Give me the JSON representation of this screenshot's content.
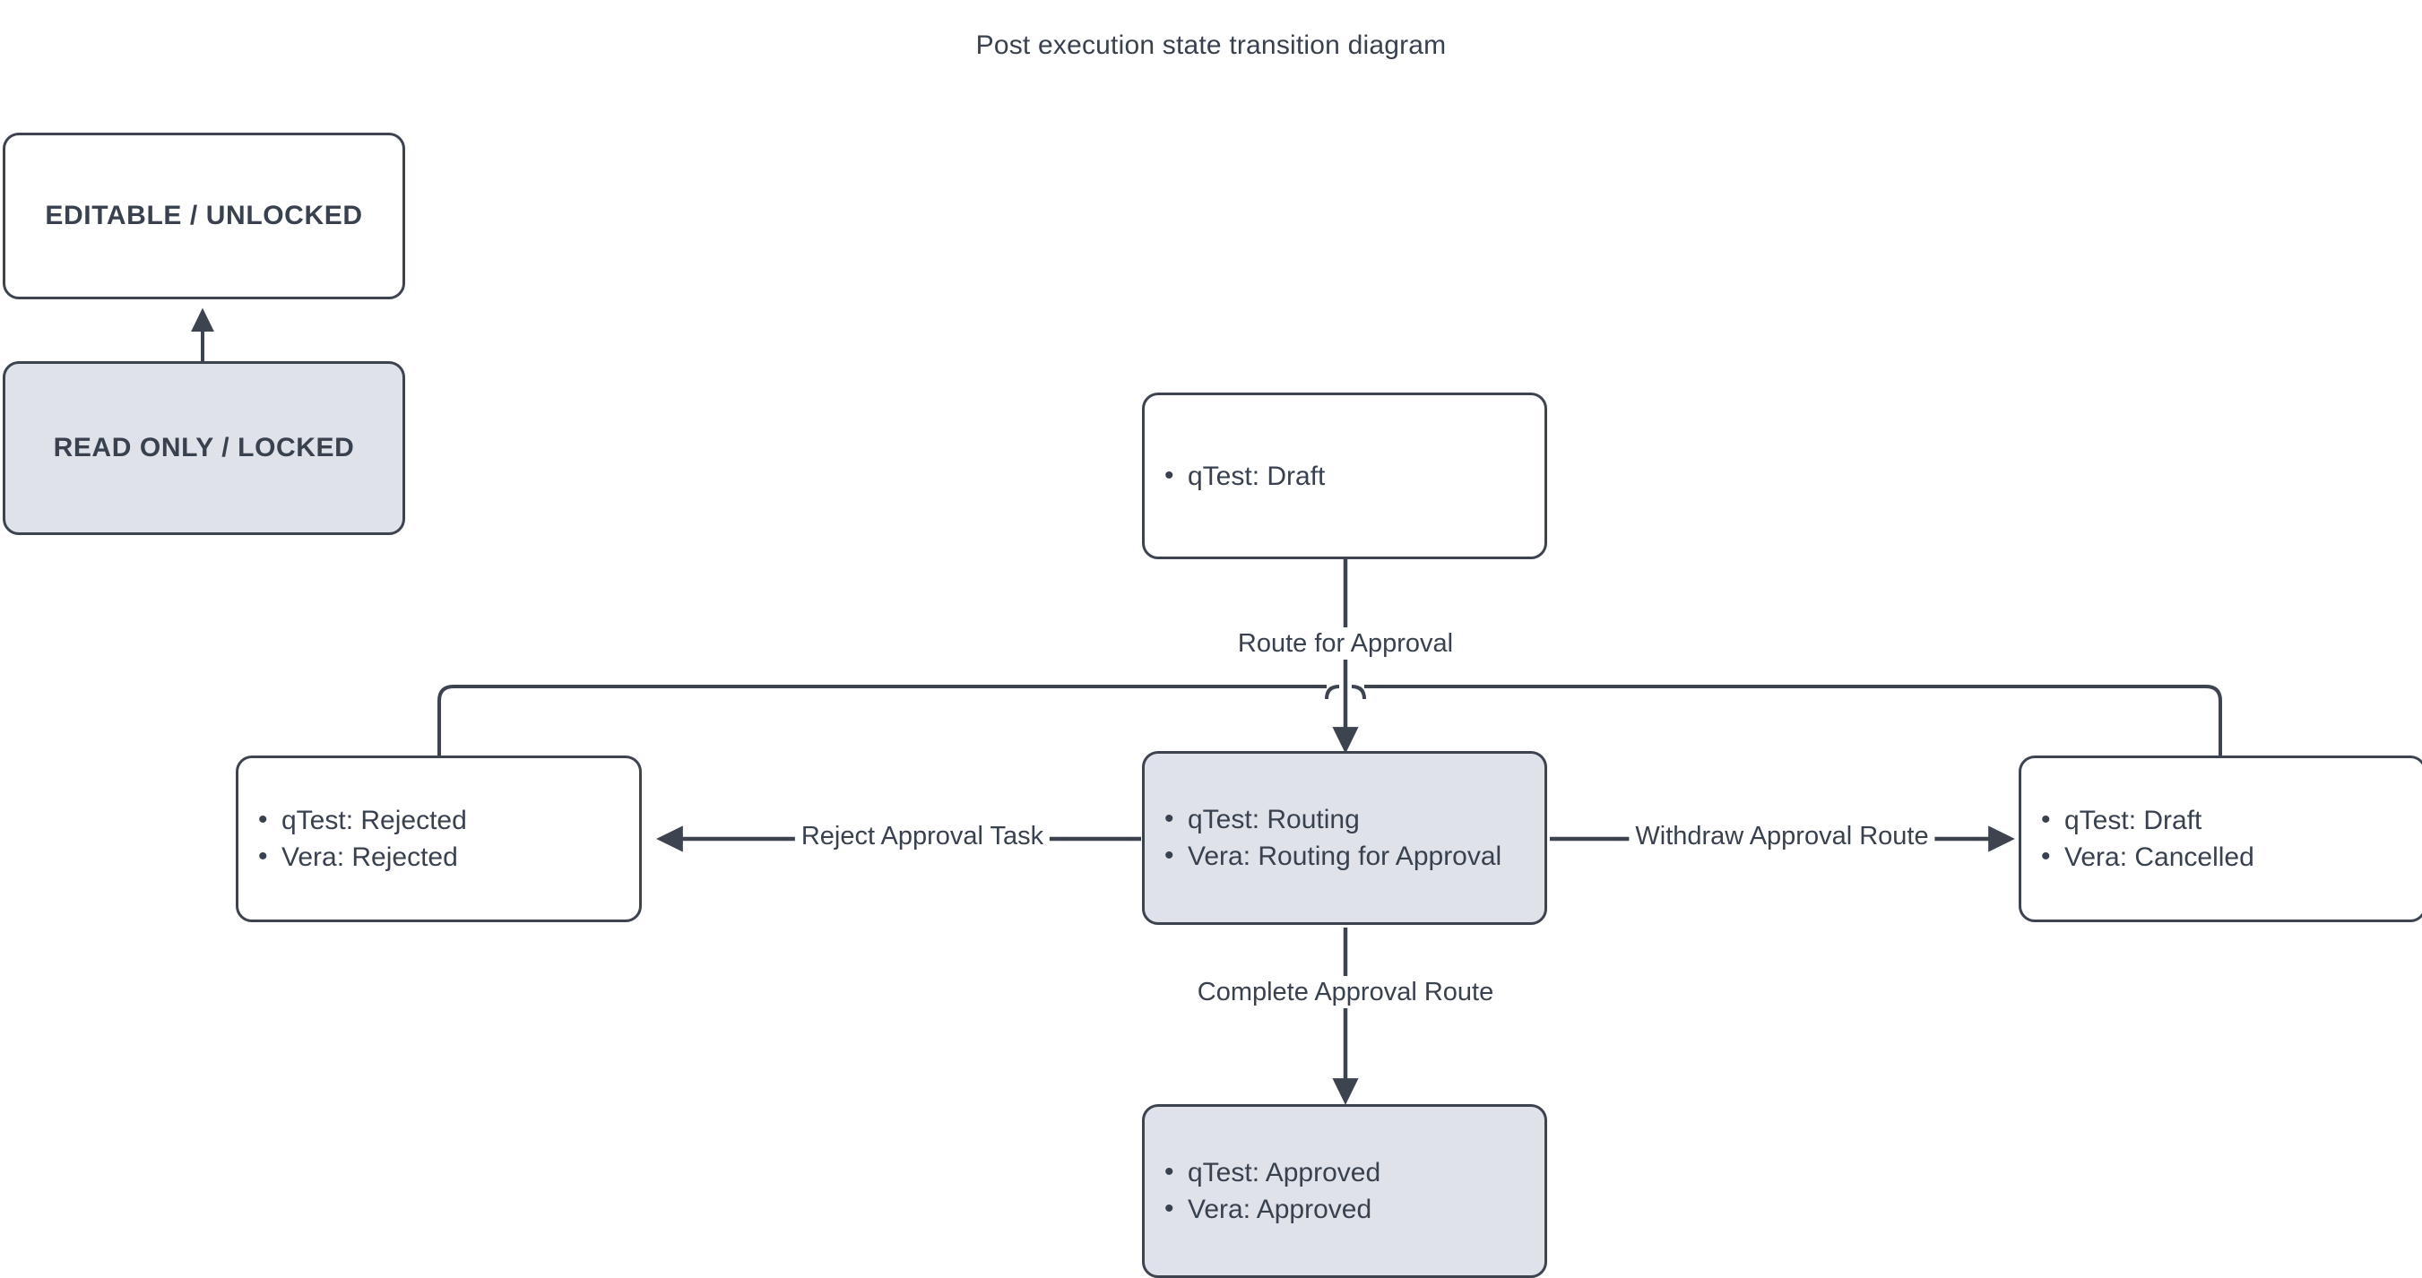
{
  "diagram": {
    "title": "Post execution state transition diagram",
    "colors": {
      "stroke": "#3d4450",
      "text": "#39414f",
      "node_fill_locked": "#dfe3e9",
      "node_fill_unlocked": "#ffffff",
      "background": "#ffffff"
    },
    "legend": [
      {
        "id": "legend-editable",
        "label": "EDITABLE / UNLOCKED",
        "fill": "unlocked"
      },
      {
        "id": "legend-readonly",
        "label": "READ ONLY / LOCKED",
        "fill": "locked"
      }
    ],
    "legend_connector": {
      "id": "legend-double-arrow",
      "description": "double-headed vertical arrow between legend boxes",
      "arrowheads": "both"
    },
    "nodes": [
      {
        "id": "node-draft",
        "fill": "unlocked",
        "items": [
          "qTest: Draft"
        ]
      },
      {
        "id": "node-routing",
        "fill": "locked",
        "items": [
          "qTest: Routing",
          "Vera: Routing for Approval"
        ]
      },
      {
        "id": "node-rejected",
        "fill": "unlocked",
        "items": [
          "qTest: Rejected",
          "Vera: Rejected"
        ]
      },
      {
        "id": "node-cancelled",
        "fill": "unlocked",
        "items": [
          "qTest: Draft",
          "Vera: Cancelled"
        ]
      },
      {
        "id": "node-approved",
        "fill": "locked",
        "items": [
          "qTest: Approved",
          "Vera: Approved"
        ]
      }
    ],
    "edges": [
      {
        "id": "edge-route-for-approval",
        "label": "Route for Approval",
        "from": "node-draft",
        "to": "node-routing",
        "arrowheads": "end"
      },
      {
        "id": "edge-reject-approval-task",
        "label": "Reject Approval Task",
        "from": "node-routing",
        "to": "node-rejected",
        "arrowheads": "end"
      },
      {
        "id": "edge-withdraw-approval",
        "label": "Withdraw Approval Route",
        "from": "node-routing",
        "to": "node-cancelled",
        "arrowheads": "end"
      },
      {
        "id": "edge-complete-approval",
        "label": "Complete Approval Route",
        "from": "node-routing",
        "to": "node-approved",
        "arrowheads": "end"
      }
    ]
  }
}
